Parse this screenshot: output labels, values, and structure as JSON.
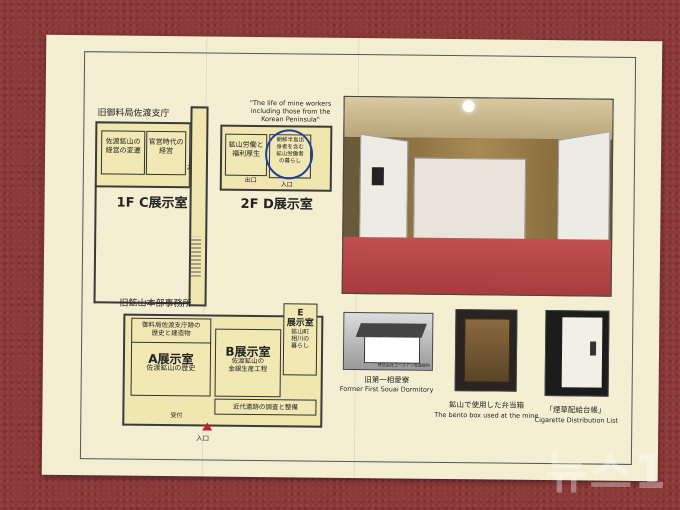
{
  "map": {
    "bldg_left_title": "旧御料局佐渡支庁",
    "bldg_bottom_title": "旧鉱山本部事務所",
    "room_c1": "佐渡鉱山の\n経営の変遷",
    "room_c2": "官営時代の\n経営",
    "floor_c": "1F C展示室",
    "stair_2f": "2Fへ",
    "quote": "\"The life of mine workers including those from the Korean Peninsula\"",
    "room_d1": "鉱山労働と\n福利厚生",
    "room_d2": "朝鮮半島出\n身者を含む\n鉱山労働者\nの暮らし",
    "exit": "出口",
    "entrance_small": "入口",
    "floor_d": "2F D展示室",
    "room_a_sub": "御料局佐渡支庁跡の\n歴史と建造物",
    "room_a_title": "A展示室",
    "room_a_desc": "佐渡鉱山の歴史",
    "room_b_title": "B展示室",
    "room_b_desc": "佐渡鉱山の\n金銀生産工程",
    "room_e_title": "E\n展示室",
    "room_e_desc": "鉱山町\n相川の\n暮らし",
    "reception": "受付",
    "room_survey": "近代遺跡の調査と整備",
    "entrance": "入口"
  },
  "captions": {
    "dorm_jp": "旧第一相愛寮",
    "dorm_en": "Former First Souai Dormitory",
    "dorm_credit": "株式会社ゴールデン佐渡提供",
    "bento_jp": "鉱山で使用した弁当箱",
    "bento_en": "The bento box used at the mine",
    "cig_jp": "「煙草配給台帳」",
    "cig_en": "Cigarette Distribution List"
  },
  "watermark": "뉴스1",
  "colors": {
    "room_fill": "#f1e8b4",
    "carpet": "#b84a4a",
    "paper": "#f4efd3"
  }
}
